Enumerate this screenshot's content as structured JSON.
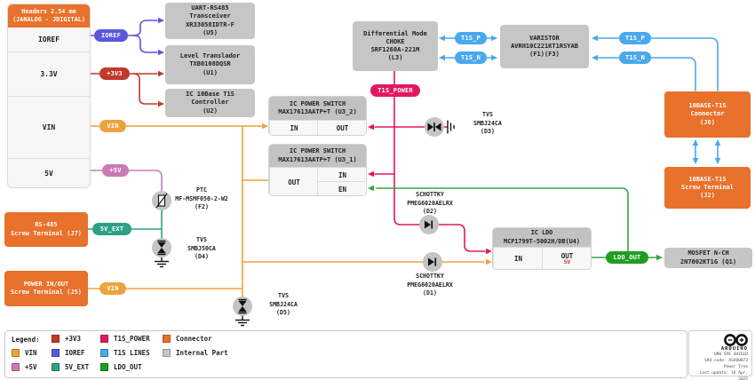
{
  "colors": {
    "ioref": "#5b57d9",
    "p3v3": "#c03a2b",
    "vin": "#eda33b",
    "p5v": "#c97ab4",
    "sv_ext": "#2ea184",
    "t1s": "#4aa8ec",
    "t1s_power": "#e31760",
    "ldo_out": "#1f9e22",
    "connector": "#e8712b",
    "internal": "#c6c6c6"
  },
  "headers_panel": {
    "title": "Headers 2.54 mm\n(JANALOG - JDIGITAL)",
    "rows": [
      "IOREF",
      "3.3V",
      "VIN",
      "5V"
    ]
  },
  "blocks": {
    "u5": "UART-RS485\nTransceiver\nXR33058IDTR-F\n(U5)",
    "u1": "Level Translador\nTXB0108DQSR\n(U1)",
    "u2": "IC 10Base T1S\nController\n(U2)",
    "l3": "Differential Mode\nCHOKE\nSRF1260A-221M\n(L3)",
    "varistor": "VARISTOR\nAVRH10C221KT1RSYAB\n(F1)(F3)",
    "j6": "10BASE-T1S\nConnector\n(J6)",
    "j2": "10BASE-T1S\nScrew Terminal\n(J2)",
    "q1": "MOSFET N-CH\n2N7002KT1G (Q1)",
    "j7": "RS-485\nScrew Terminal (J7)",
    "j5": "POWER IN/OUT\nScrew Terminal (J5)"
  },
  "switch_u3_2": {
    "title": "IC POWER SWITCH\nMAX17613AATP+T (U3_2)",
    "pin_in": "IN",
    "pin_out": "OUT"
  },
  "switch_u3_1": {
    "title": "IC POWER SWITCH\nMAX17613AATP+T (U3_1)",
    "pin_out": "OUT",
    "pin_in": "IN",
    "pin_en": "EN"
  },
  "ldo_u4": {
    "title": "IC LDO\nMCP1799T-5002H/DB(U4)",
    "pin_in": "IN",
    "pin_out": "OUT",
    "out_voltage": "5V"
  },
  "pills": {
    "ioref": "IOREF",
    "p3v3": "+3V3",
    "vin_header": "VIN",
    "p5v": "+5V",
    "sv_ext": "5V_EXT",
    "vin_j5": "VIN",
    "t1s_p_left": "T1S_P",
    "t1s_n_left": "T1S_N",
    "t1s_p_right": "T1S_P",
    "t1s_n_right": "T1S_N",
    "t1s_power": "T1S_POWER",
    "ldo_out": "LDO_OUT"
  },
  "part_labels": {
    "ptc": "PTC\nMF-MSMF050-2-W2\n(F2)",
    "tvs_d4": "TVS\nSMBJ50CA\n(D4)",
    "tvs_d3": "TVS\nSMBJ24CA\n(D3)",
    "tvs_d5": "TVS\nSMBJ24CA\n(D5)",
    "schottky_d2": "SCHOTTKY\nPMEG6020AELRX\n(D2)",
    "schottky_d1": "SCHOTTKY\nPMEG6020AELRX\n(D1)"
  },
  "legend": {
    "title": "Legend:",
    "items": [
      {
        "label": "+3V3",
        "color": "#c03a2b"
      },
      {
        "label": "T1S_POWER",
        "color": "#e31760"
      },
      {
        "label": "Connector",
        "color": "#e8712b"
      },
      {
        "label": "VIN",
        "color": "#eda33b"
      },
      {
        "label": "IOREF",
        "color": "#5b57d9"
      },
      {
        "label": "T1S LINES",
        "color": "#4aa8ec"
      },
      {
        "label": "Internal Part",
        "color": "#c6c6c6"
      },
      {
        "label": "+5V",
        "color": "#c97ab4"
      },
      {
        "label": "5V_EXT",
        "color": "#2ea184"
      },
      {
        "label": "LDO_OUT",
        "color": "#1f9e22"
      }
    ]
  },
  "footer": {
    "brand": "ARDUINO",
    "lines": "UNO SPE SHIELD\nSKU code: ASX00073\nPower Tree\nLast update: 16 Apr, 2025"
  }
}
